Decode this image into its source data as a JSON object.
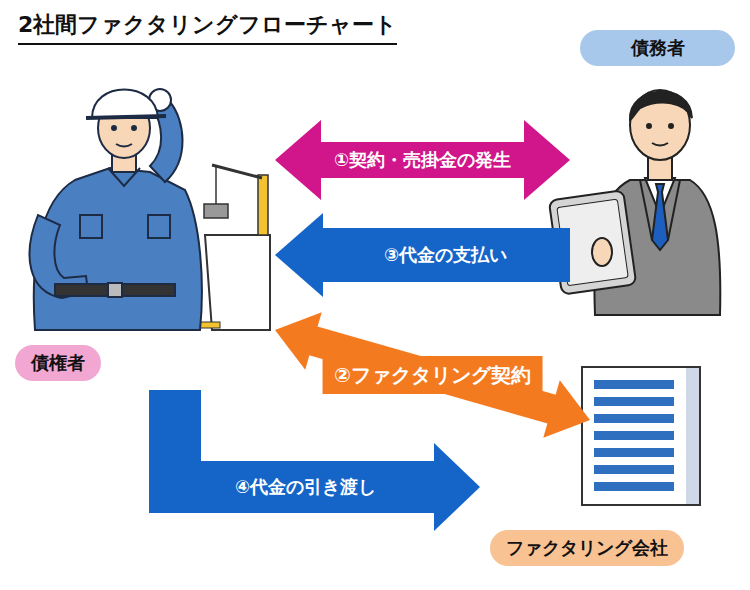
{
  "diagram": {
    "title": "2社間ファクタリングフローチャート",
    "nodes": [
      {
        "text": [
          "債権者"
        ]
      },
      {
        "text": [
          "債務者"
        ]
      },
      {
        "text": [
          "ファクタリング会社"
        ]
      }
    ],
    "edges": [
      {
        "from": 0,
        "to": 1,
        "label": "①契約・売掛金の発生",
        "arrow": "both"
      },
      {
        "from": 1,
        "to": 0,
        "label": "③代金の支払い",
        "arrow": "to"
      },
      {
        "from": 0,
        "to": 2,
        "label": "②ファクタリング契約",
        "arrow": "both"
      },
      {
        "from": 0,
        "to": 2,
        "label": "④代金の引き渡し",
        "arrow": "to"
      }
    ]
  }
}
